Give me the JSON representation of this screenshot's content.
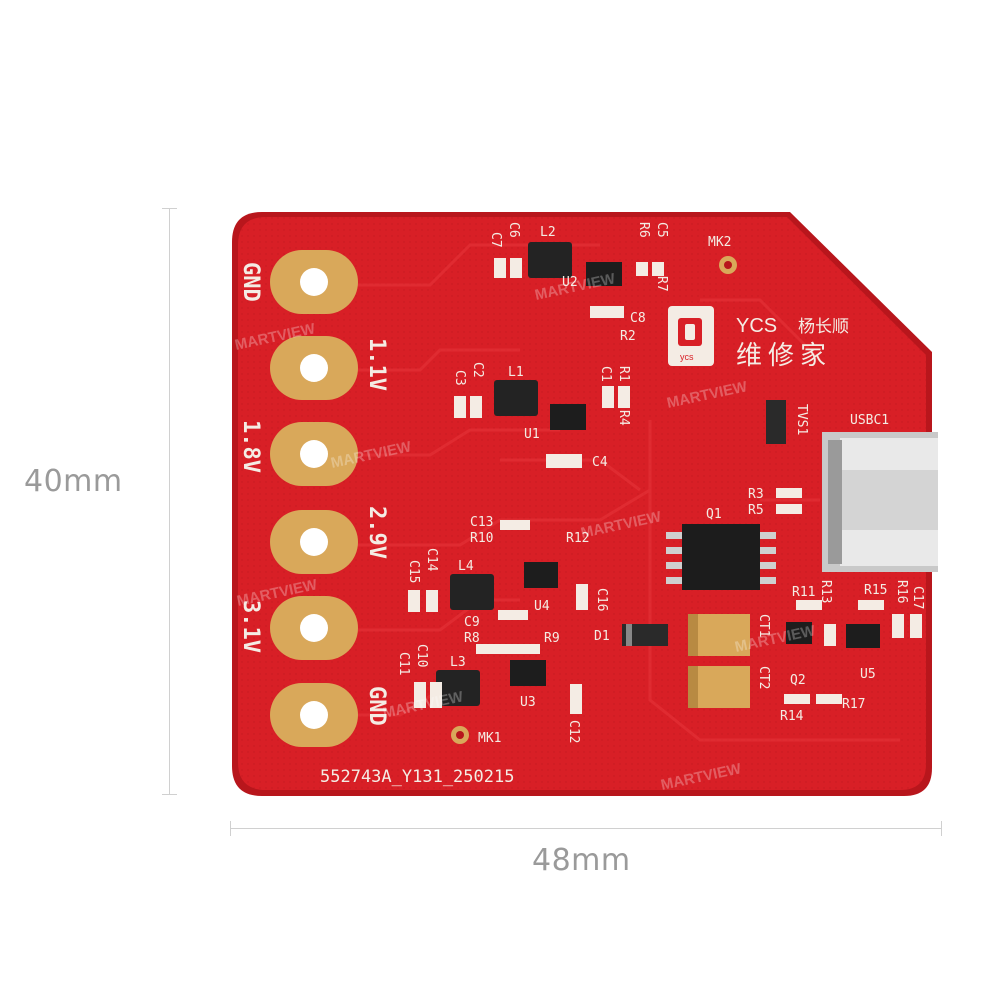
{
  "dimensions": {
    "height_label": "40mm",
    "width_label": "48mm"
  },
  "board": {
    "pins": [
      "GND",
      "1.1V",
      "1.8V",
      "2.9V",
      "3.1V",
      "GND"
    ],
    "serial": "552743A_Y131_250215",
    "logo": {
      "brand": "YCS",
      "cn_name": "杨长顺",
      "cn_slogan": "维修家",
      "badge": "ycs"
    },
    "designators": {
      "L1": "L1",
      "L2": "L2",
      "L3": "L3",
      "L4": "L4",
      "U1": "U1",
      "U2": "U2",
      "U3": "U3",
      "U4": "U4",
      "U5": "U5",
      "Q1": "Q1",
      "Q2": "Q2",
      "D1": "D1",
      "TVS1": "TVS1",
      "USBC1": "USBC1",
      "MK1": "MK1",
      "MK2": "MK2",
      "C1": "C1",
      "C2": "C2",
      "C3": "C3",
      "C4": "C4",
      "C5": "C5",
      "C6": "C6",
      "C7": "C7",
      "C8": "C8",
      "C9": "C9",
      "C10": "C10",
      "C11": "C11",
      "C12": "C12",
      "C13": "C13",
      "C14": "C14",
      "C15": "C15",
      "C16": "C16",
      "C17": "C17",
      "CT1": "CT1",
      "CT2": "CT2",
      "R1": "R1",
      "R2": "R2",
      "R3": "R3",
      "R4": "R4",
      "R5": "R5",
      "R6": "R6",
      "R7": "R7",
      "R8": "R8",
      "R9": "R9",
      "R10": "R10",
      "R11": "R11",
      "R12": "R12",
      "R13": "R13",
      "R14": "R14",
      "R15": "R15",
      "R16": "R16",
      "R17": "R17"
    },
    "watermark": "MARTVIEW"
  },
  "colors": {
    "pcb": "#d81f26",
    "pcb_edge": "#b8161c",
    "gold": "#d9a85a",
    "silk": "#f4ece4"
  }
}
